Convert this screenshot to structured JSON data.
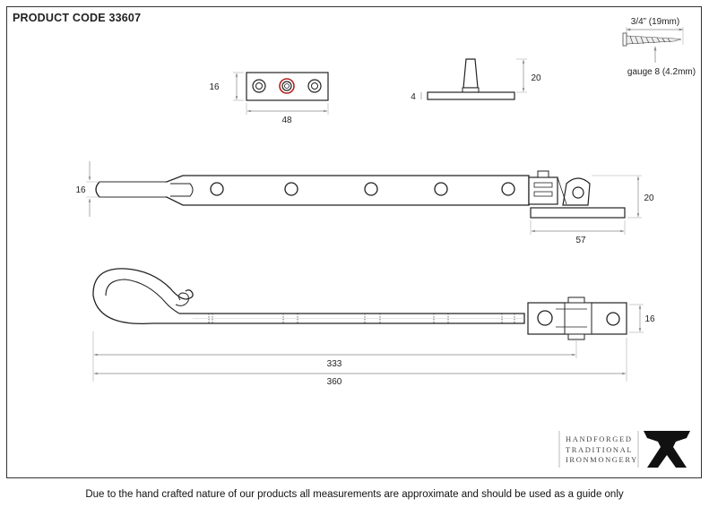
{
  "header": {
    "product_code": "PRODUCT CODE 33607"
  },
  "screw": {
    "length": "3/4” (19mm)",
    "gauge": "gauge 8 (4.2mm)"
  },
  "dimensions": {
    "plate_height": "16",
    "plate_width": "48",
    "pin_height": "20",
    "pin_base": "4",
    "arm_height": "16",
    "bracket_height": "20",
    "bracket_width": "57",
    "hook_height": "16",
    "arm_length": "333",
    "overall_length": "360"
  },
  "brand": {
    "line1": "HANDFORGED",
    "line2": "TRADITIONAL",
    "line3": "IRONMONGERY"
  },
  "footer": {
    "note": "Due to the hand crafted nature of our products all measurements are approximate and should be used as a guide only"
  },
  "colors": {
    "accent": "#b22222",
    "line": "#222222",
    "dim": "#777777"
  },
  "icons": {
    "logo": "anvil-icon"
  }
}
